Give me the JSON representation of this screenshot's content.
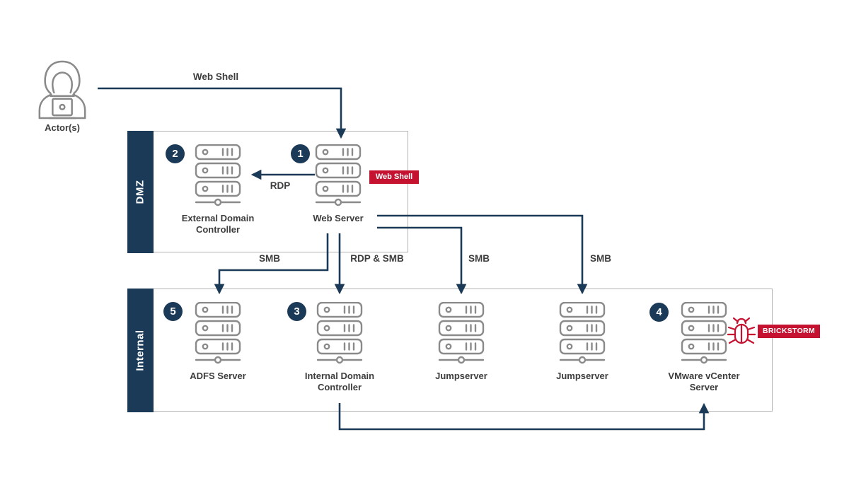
{
  "diagram": {
    "actor": {
      "label": "Actor(s)"
    },
    "zones": {
      "dmz": {
        "label": "DMZ"
      },
      "internal": {
        "label": "Internal"
      }
    },
    "nodes": {
      "external_dc": {
        "badge": "2",
        "label": "External Domain\nController"
      },
      "web_server": {
        "badge": "1",
        "label": "Web Server"
      },
      "adfs": {
        "badge": "5",
        "label": "ADFS Server"
      },
      "internal_dc": {
        "badge": "3",
        "label": "Internal Domain\nController"
      },
      "jumpserver_1": {
        "label": "Jumpserver"
      },
      "jumpserver_2": {
        "label": "Jumpserver"
      },
      "vcenter": {
        "badge": "4",
        "label": "VMware vCenter\nServer"
      }
    },
    "edges": {
      "actor_to_web": {
        "label": "Web Shell"
      },
      "web_to_extdc": {
        "label": "RDP"
      },
      "web_to_adfs": {
        "label": "SMB"
      },
      "web_to_intdc": {
        "label": "RDP & SMB"
      },
      "web_to_jump1": {
        "label": "SMB"
      },
      "web_to_jump2": {
        "label": "SMB"
      }
    },
    "callouts": {
      "web_shell_badge": {
        "label": "Web Shell"
      },
      "brickstorm_badge": {
        "label": "BRICKSTORM"
      },
      "bug_icon": "malware-bug-icon"
    },
    "colors": {
      "navy": "#1b3a57",
      "red": "#c41230",
      "icon_gray": "#8a8a8a",
      "border_gray": "#b3b3b3",
      "label_text": "#3d3d3d"
    }
  }
}
